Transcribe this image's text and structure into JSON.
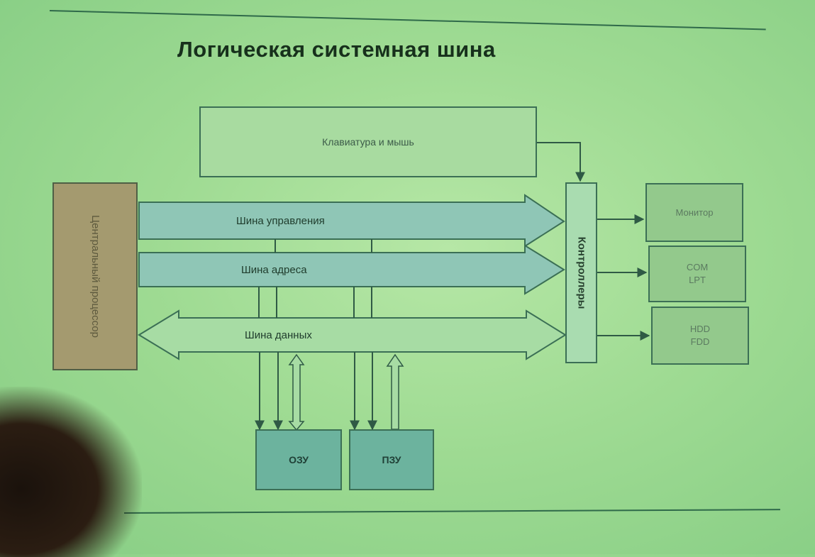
{
  "slide": {
    "title": "Логическая системная шина"
  },
  "blocks": {
    "keyboard": "Клавиатура и мышь",
    "cpu": "Центральный процессор",
    "controllers": "Контроллеры",
    "monitor": "Монитор",
    "com": "COM",
    "lpt": "LPT",
    "hdd": "HDD",
    "fdd": "FDD",
    "ram": "ОЗУ",
    "rom": "ПЗУ"
  },
  "buses": {
    "control": "Шина управления",
    "address": "Шина адреса",
    "data": "Шина данных"
  },
  "colors": {
    "background": "#9fdb93",
    "bus_arrow": "#8fc6b6",
    "cpu": "#a49a6f",
    "memory": "#6cb39e",
    "line": "#2f5a45"
  }
}
